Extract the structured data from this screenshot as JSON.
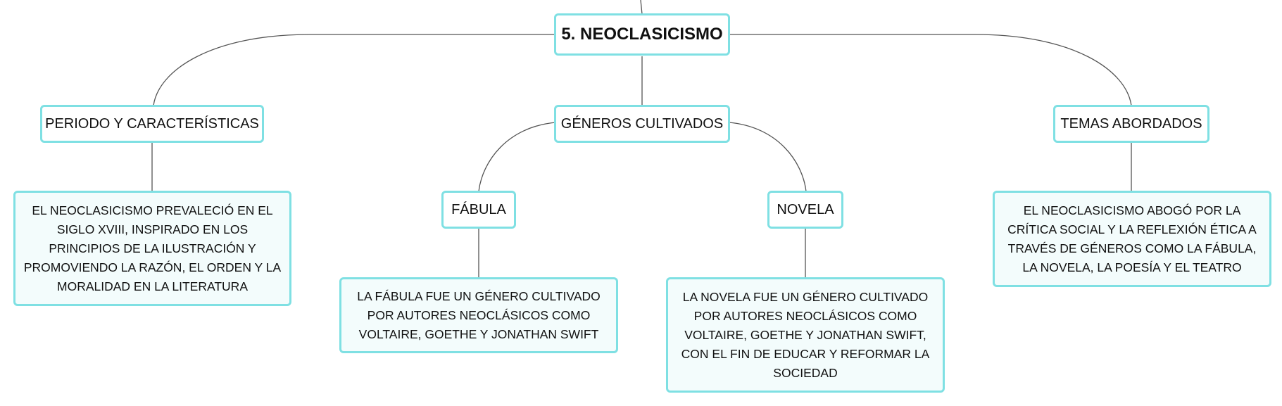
{
  "root": {
    "label": "5. NEOCLASICISMO"
  },
  "periodo": {
    "label": "PERIODO Y CARACTERÍSTICAS",
    "description": "EL NEOCLASICISMO PREVALECIÓ EN EL SIGLO XVIII, INSPIRADO EN LOS PRINCIPIOS DE LA ILUSTRACIÓN Y PROMOVIENDO LA RAZÓN, EL ORDEN Y LA MORALIDAD EN LA LITERATURA"
  },
  "generos": {
    "label": "GÉNEROS CULTIVADOS",
    "fabula": {
      "label": "FÁBULA",
      "description": "LA FÁBULA FUE UN GÉNERO CULTIVADO POR AUTORES NEOCLÁSICOS COMO VOLTAIRE, GOETHE Y JONATHAN SWIFT"
    },
    "novela": {
      "label": "NOVELA",
      "description": "LA NOVELA FUE UN GÉNERO CULTIVADO POR AUTORES NEOCLÁSICOS COMO VOLTAIRE, GOETHE Y JONATHAN SWIFT, CON EL FIN DE EDUCAR Y REFORMAR LA SOCIEDAD"
    }
  },
  "temas": {
    "label": "TEMAS ABORDADOS",
    "description": "EL NEOCLASICISMO ABOGÓ POR LA CRÍTICA SOCIAL Y LA REFLEXIÓN ÉTICA A TRAVÉS DE GÉNEROS COMO LA FÁBULA, LA NOVELA, LA POESÍA Y EL TEATRO"
  },
  "colors": {
    "node_border": "#7fe0e3",
    "node_fill": "#f3fcfc",
    "connector": "#555555",
    "text": "#111111"
  }
}
